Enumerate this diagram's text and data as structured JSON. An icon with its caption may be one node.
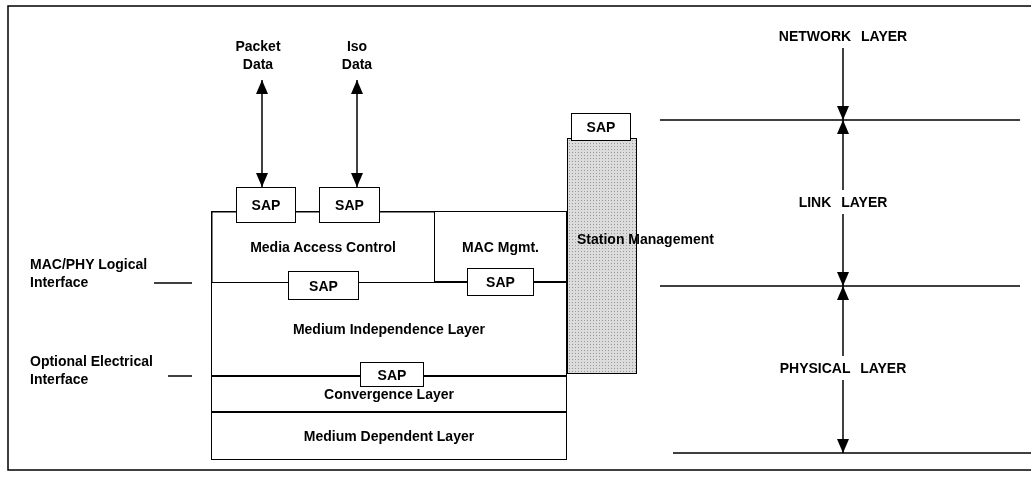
{
  "diagram": {
    "nodes": [
      {
        "text": [
          "Packet Data"
        ]
      },
      {
        "text": [
          "Iso Data"
        ]
      },
      {
        "text": [
          "NETWORK LAYER"
        ]
      },
      {
        "text": [
          "SAP"
        ]
      },
      {
        "text": [
          "SAP"
        ]
      },
      {
        "text": [
          "SAP"
        ]
      },
      {
        "text": [
          "Station Management"
        ]
      },
      {
        "text": [
          "Media Access Control"
        ]
      },
      {
        "text": [
          "MAC Mgmt."
        ]
      },
      {
        "text": [
          "LINK LAYER"
        ]
      },
      {
        "text": [
          "MAC/PHY Logical Interface"
        ]
      },
      {
        "text": [
          "SAP"
        ]
      },
      {
        "text": [
          "SAP"
        ]
      },
      {
        "text": [
          "Medium Independence Layer"
        ]
      },
      {
        "text": [
          "Optional Electrical Interface"
        ]
      },
      {
        "text": [
          "SAP"
        ]
      },
      {
        "text": [
          "PHYSICAL LAYER"
        ]
      },
      {
        "text": [
          "Convergence Layer"
        ]
      },
      {
        "text": [
          "Medium Dependent Layer"
        ]
      }
    ],
    "edges": [
      {
        "from": 0,
        "to": 3,
        "arrow": "both"
      },
      {
        "from": 1,
        "to": 4,
        "arrow": "both"
      },
      {
        "from": 2,
        "to": null,
        "arrow": "to"
      },
      {
        "from": 9,
        "to": null,
        "arrow": "to"
      },
      {
        "from": 9,
        "to": null,
        "arrow": "to"
      },
      {
        "from": 16,
        "to": null,
        "arrow": "to"
      },
      {
        "from": 16,
        "to": null,
        "arrow": "to"
      },
      {
        "from": 10,
        "to": null,
        "arrow": "none"
      },
      {
        "from": 14,
        "to": null,
        "arrow": "none"
      }
    ]
  }
}
